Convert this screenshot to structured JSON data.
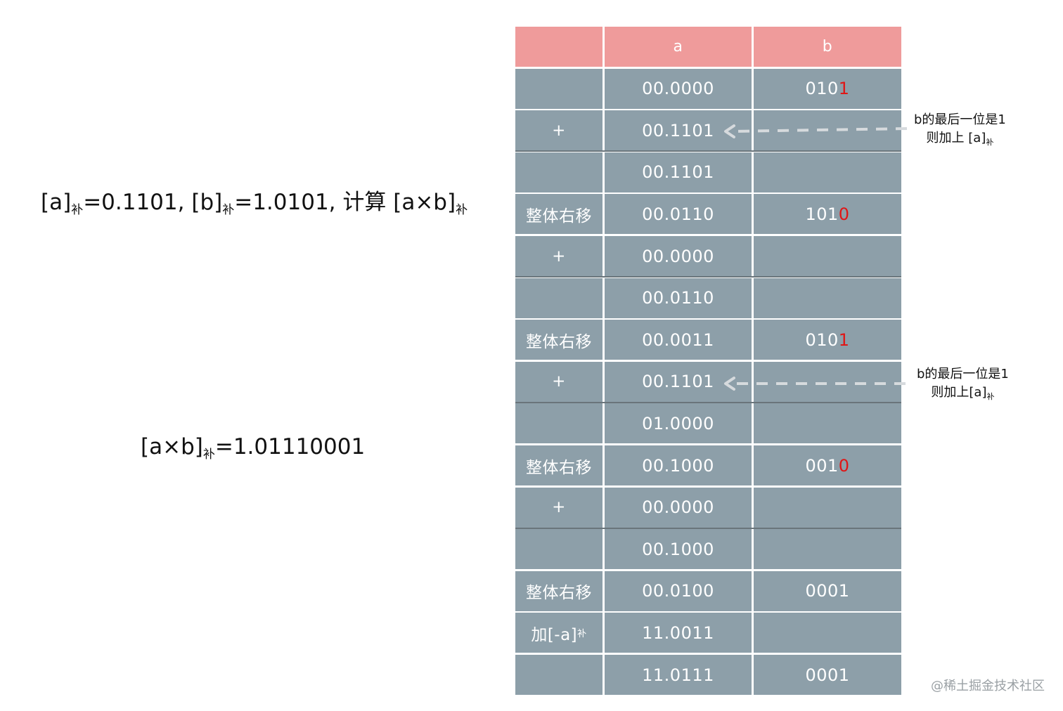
{
  "problem": {
    "a_value": "[a]",
    "a_sub": "补",
    "a_rest": "=0.1101, ",
    "b_value": "[b]",
    "b_sub": "补",
    "b_rest": "=1.0101, 计算 [a×b]",
    "calc_sub": "补"
  },
  "result": {
    "lead": "[a×b]",
    "sub": "补",
    "rest": "=1.01110001"
  },
  "table": {
    "headers": [
      "",
      "a",
      "b"
    ],
    "rows": [
      {
        "op": "",
        "a": "00.0000",
        "b_main": "010",
        "b_red": "1"
      },
      {
        "op": "+",
        "a": "00.1101",
        "b_main": "",
        "b_red": ""
      },
      {
        "op": "",
        "a": "00.1101",
        "b_main": "",
        "b_red": ""
      },
      {
        "op": "整体右移",
        "a": "00.0110",
        "b_main": "101",
        "b_red": "0"
      },
      {
        "op": "+",
        "a": "00.0000",
        "b_main": "",
        "b_red": ""
      },
      {
        "op": "",
        "a": "00.0110",
        "b_main": "",
        "b_red": ""
      },
      {
        "op": "整体右移",
        "a": "00.0011",
        "b_main": "010",
        "b_red": "1"
      },
      {
        "op": "+",
        "a": "00.1101",
        "b_main": "",
        "b_red": ""
      },
      {
        "op": "",
        "a": "01.0000",
        "b_main": "",
        "b_red": ""
      },
      {
        "op": "整体右移",
        "a": "00.1000",
        "b_main": "001",
        "b_red": "0"
      },
      {
        "op": "+",
        "a": "00.0000",
        "b_main": "",
        "b_red": ""
      },
      {
        "op": "",
        "a": "00.1000",
        "b_main": "",
        "b_red": ""
      },
      {
        "op": "整体右移",
        "a": "00.0100",
        "b_main": "0001",
        "b_red": ""
      },
      {
        "op": "加[-a]",
        "op_sub": "补",
        "a": "11.0011",
        "b_main": "",
        "b_red": ""
      },
      {
        "op": "",
        "a": "11.0111",
        "b_main": "0001",
        "b_red": ""
      }
    ]
  },
  "notes": [
    {
      "line1": "b的最后一位是1",
      "line2": "则加上 [a]",
      "sub": "补"
    },
    {
      "line1": "b的最后一位是1",
      "line2": "则加上[a]",
      "sub": "补"
    }
  ],
  "watermark": "@稀土掘金技术社区",
  "colors": {
    "header": "#ef9b9b",
    "cell": "#8d9fa9",
    "highlight_bit": "#e01616",
    "arrow": "#d6dadd"
  }
}
